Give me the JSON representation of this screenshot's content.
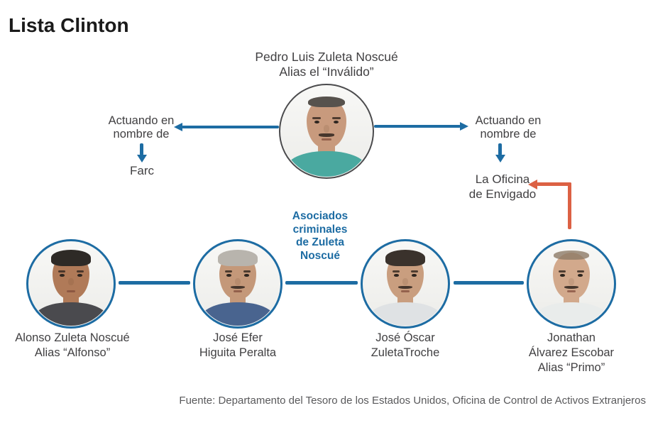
{
  "title": "Lista Clinton",
  "colors": {
    "accent_blue": "#1d6ca3",
    "arrow_orange": "#dc6144",
    "text_dark": "#414042",
    "text_muted": "#59595b",
    "main_ring_gray": "#4b4b4d"
  },
  "main_person": {
    "name": "Pedro Luis Zuleta Noscué",
    "alias": "Alias el “Inválido”",
    "avatar": {
      "skin": "#c89a7d",
      "hair": "#57524d",
      "shirt": "#4aa9a0",
      "hair_style": "receding",
      "mustache": true
    }
  },
  "left_branch": {
    "relation_line1": "Actuando en",
    "relation_line2": "nombre de",
    "organization": "Farc"
  },
  "right_branch": {
    "relation_line1": "Actuando en",
    "relation_line2": "nombre de",
    "organization_line1": "La Oficina",
    "organization_line2": "de Envigado"
  },
  "associates_heading": {
    "line1": "Asociados",
    "line2": "criminales",
    "line3": "de Zuleta",
    "line4": "Noscué"
  },
  "associates": [
    {
      "name_line1": "Alonso Zuleta Noscué",
      "name_line2": "Alias “Alfonso”",
      "avatar": {
        "skin": "#b07a58",
        "hair": "#2e2a26",
        "shirt": "#4a4a4e",
        "hair_style": "full",
        "mustache": false
      }
    },
    {
      "name_line1": "José Efer",
      "name_line2": "Higuita Peralta",
      "avatar": {
        "skin": "#c49879",
        "hair": "#b8b4ad",
        "shirt": "#49648f",
        "hair_style": "full",
        "mustache": true
      }
    },
    {
      "name_line1": "José Óscar",
      "name_line2": "ZuletaTroche",
      "avatar": {
        "skin": "#c99e7f",
        "hair": "#3a322c",
        "shirt": "#dfe2e4",
        "hair_style": "full",
        "mustache": true
      }
    },
    {
      "name_line1": "Jonathan",
      "name_line2": "Álvarez Escobar",
      "name_line3": "Alias “Primo”",
      "avatar": {
        "skin": "#d2a98c",
        "hair": "#8d7b66",
        "shirt": "#e9eceb",
        "hair_style": "buzz",
        "mustache": true
      }
    }
  ],
  "source": "Fuente: Departamento del Tesoro de los Estados Unidos, Oficina de Control de Activos Extranjeros"
}
